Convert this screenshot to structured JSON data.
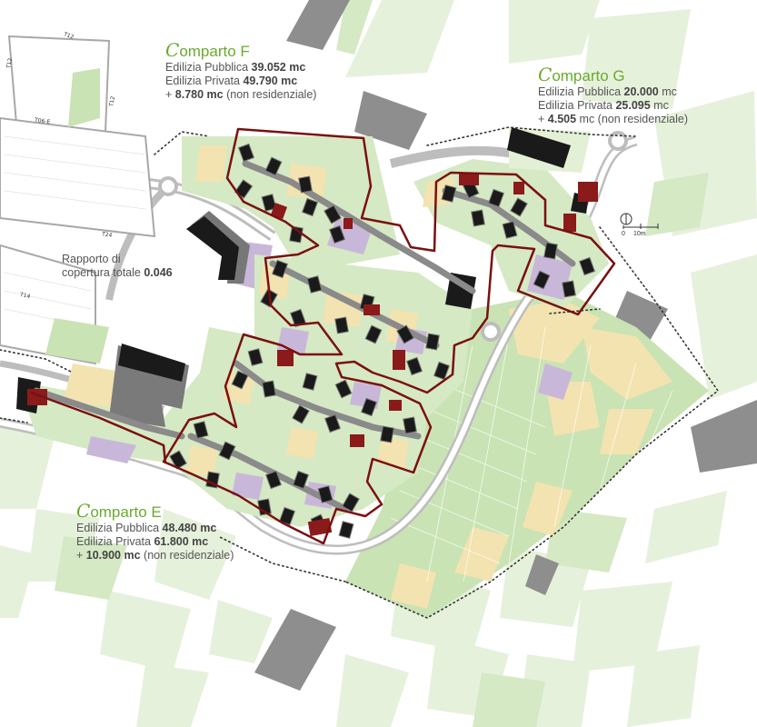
{
  "comparto_f": {
    "title_cap": "C",
    "title_rest": "omparto ",
    "title_letter": "F",
    "pub_label": "Edilizia Pubblica ",
    "pub_value": "39.052 mc",
    "priv_label": "Edilizia Privata ",
    "priv_value": "49.790 mc",
    "nonres_plus": "+ ",
    "nonres_value": "8.780 mc",
    "nonres_label": " (non residenziale)"
  },
  "comparto_g": {
    "title_cap": "C",
    "title_rest": "omparto ",
    "title_letter": "G",
    "pub_label": "Edilizia Pubblica ",
    "pub_value": "20.000",
    "pub_unit": " mc",
    "priv_label": "Edilizia Privata ",
    "priv_value": "25.095",
    "priv_unit": " mc",
    "nonres_plus": "+ ",
    "nonres_value": "4.505",
    "nonres_label": " mc (non residenziale)"
  },
  "comparto_e": {
    "title_cap": "C",
    "title_rest": "omparto ",
    "title_letter": "E",
    "pub_label": "Edilizia Pubblica ",
    "pub_value": "48.480 mc",
    "priv_label": "Edilizia Privata ",
    "priv_value": "61.800 mc",
    "nonres_plus": "+ ",
    "nonres_value": "10.900 mc",
    "nonres_label": " (non residenziale)"
  },
  "coverage": {
    "line1": "Rapporto di",
    "line2": "copertura totale ",
    "value": "0.046"
  },
  "scale": {
    "zero": "0",
    "ten": "10m"
  },
  "road_tags": {
    "t12a": "T12",
    "t12b": "T12",
    "t06": "T06-E",
    "t24": "T24",
    "t14": "T14",
    "t11": "T12"
  },
  "colors": {
    "green_field": "#c9e3b4",
    "light_green": "#e3f0d6",
    "yellow_field": "#f3e3b0",
    "purple": "#c9b7d9",
    "road_grey": "#8a8a8a",
    "building": "#1a1a1a",
    "red_path": "#8b1a1a",
    "title_green": "#6aaa2e"
  }
}
